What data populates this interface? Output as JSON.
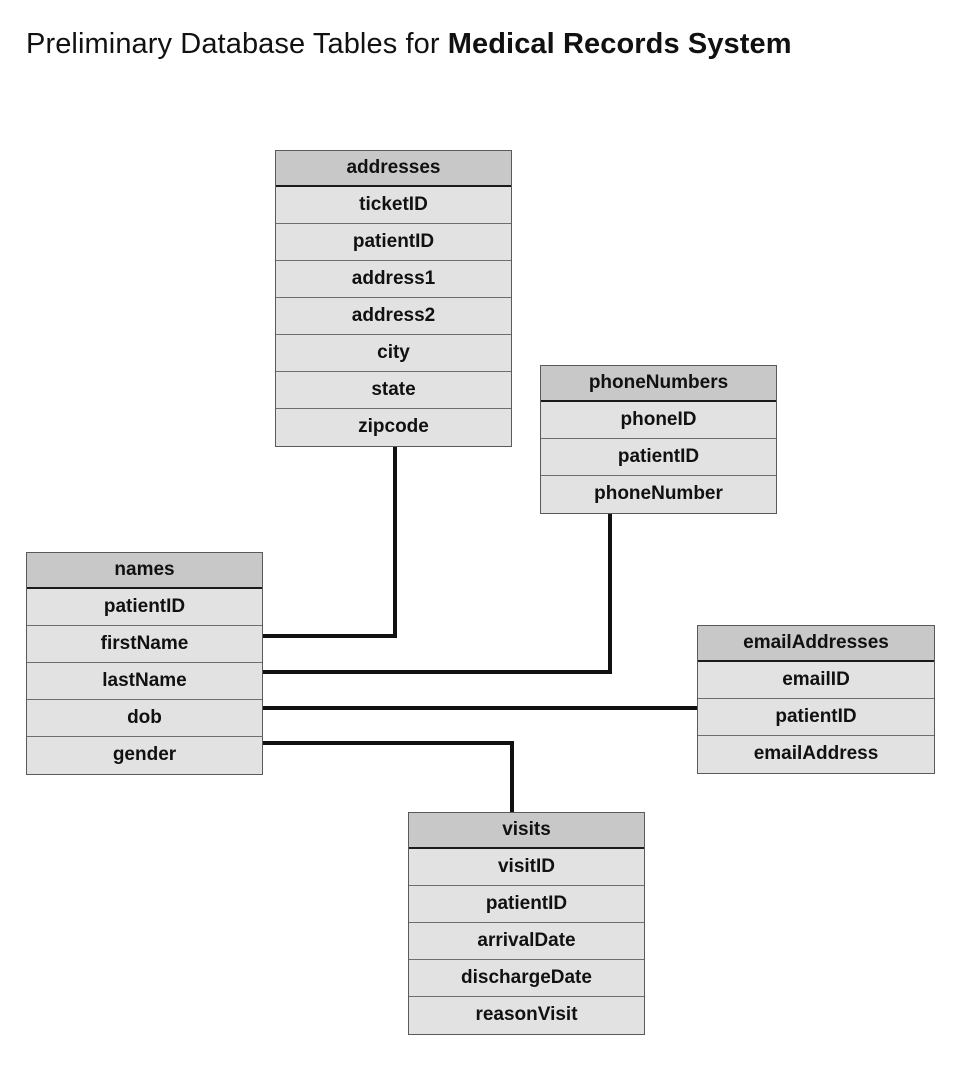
{
  "page": {
    "title_prefix": "Preliminary Database Tables for ",
    "title_accent": "Medical Records System",
    "background_color": "#ffffff",
    "header_fill": "#c8c8c8",
    "row_fill": "#e2e2e2",
    "border_color": "#5a5a5a",
    "line_color": "#111111"
  },
  "diagram": {
    "type": "entity-relationship-diagram",
    "tables": [
      {
        "id": "addresses",
        "name": "addresses",
        "fields": [
          "ticketID",
          "patientID",
          "address1",
          "address2",
          "city",
          "state",
          "zipcode"
        ]
      },
      {
        "id": "phoneNumbers",
        "name": "phoneNumbers",
        "fields": [
          "phoneID",
          "patientID",
          "phoneNumber"
        ]
      },
      {
        "id": "names",
        "name": "names",
        "fields": [
          "patientID",
          "firstName",
          "lastName",
          "dob",
          "gender"
        ]
      },
      {
        "id": "emailAddresses",
        "name": "emailAddresses",
        "fields": [
          "emailID",
          "patientID",
          "emailAddress"
        ]
      },
      {
        "id": "visits",
        "name": "visits",
        "fields": [
          "visitID",
          "patientID",
          "arrivalDate",
          "dischargeDate",
          "reasonVisit"
        ]
      }
    ],
    "relationships": [
      {
        "id": "names-addresses",
        "from": "names.firstName",
        "to": "addresses.zipcode"
      },
      {
        "id": "names-phonenumbers",
        "from": "names.lastName",
        "to": "phoneNumbers.phoneNumber"
      },
      {
        "id": "names-emailaddresses",
        "from": "names.dob",
        "to": "emailAddresses.patientID"
      },
      {
        "id": "names-visits",
        "from": "names.gender",
        "to": "visits.visits"
      }
    ]
  }
}
